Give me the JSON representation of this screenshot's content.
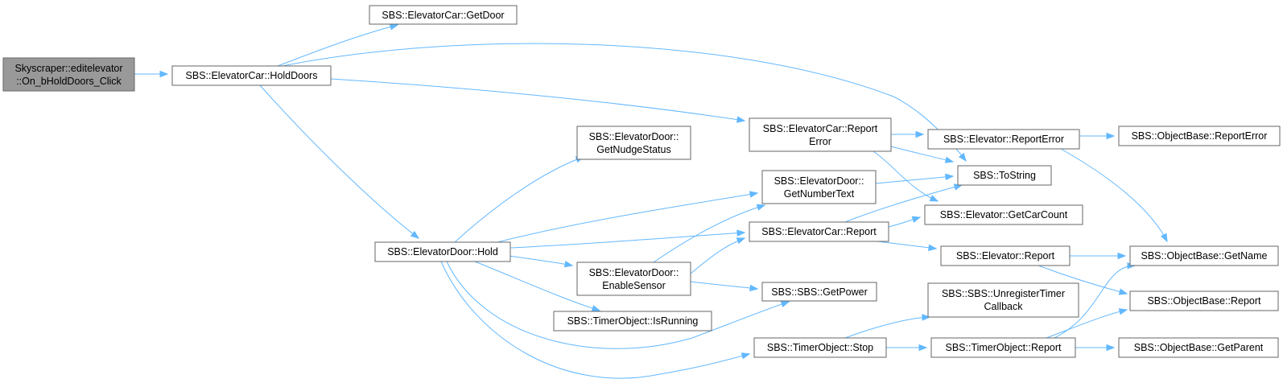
{
  "diagram": {
    "type": "call-graph",
    "colors": {
      "edge": "#63b8ff",
      "node_border": "#666666",
      "root_fill": "#999999",
      "node_fill": "#ffffff"
    },
    "nodes": [
      {
        "id": "root",
        "lines": [
          "Skyscraper::editelevator",
          "::On_bHoldDoors_Click"
        ],
        "root": true
      },
      {
        "id": "getdoor",
        "lines": [
          "SBS::ElevatorCar::GetDoor"
        ]
      },
      {
        "id": "holddoors",
        "lines": [
          "SBS::ElevatorCar::HoldDoors"
        ]
      },
      {
        "id": "reporterror_car",
        "lines": [
          "SBS::ElevatorCar::Report",
          "Error"
        ]
      },
      {
        "id": "getnudge",
        "lines": [
          "SBS::ElevatorDoor::",
          "GetNudgeStatus"
        ]
      },
      {
        "id": "getnumbertext",
        "lines": [
          "SBS::ElevatorDoor::",
          "GetNumberText"
        ]
      },
      {
        "id": "door_hold",
        "lines": [
          "SBS::ElevatorDoor::Hold"
        ]
      },
      {
        "id": "car_report",
        "lines": [
          "SBS::ElevatorCar::Report"
        ]
      },
      {
        "id": "enablesensor",
        "lines": [
          "SBS::ElevatorDoor::",
          "EnableSensor"
        ]
      },
      {
        "id": "getpower",
        "lines": [
          "SBS::SBS::GetPower"
        ]
      },
      {
        "id": "isrunning",
        "lines": [
          "SBS::TimerObject::IsRunning"
        ]
      },
      {
        "id": "timer_stop",
        "lines": [
          "SBS::TimerObject::Stop"
        ]
      },
      {
        "id": "elev_reporterror",
        "lines": [
          "SBS::Elevator::ReportError"
        ]
      },
      {
        "id": "tostring",
        "lines": [
          "SBS::ToString"
        ]
      },
      {
        "id": "getcarcount",
        "lines": [
          "SBS::Elevator::GetCarCount"
        ]
      },
      {
        "id": "elev_report",
        "lines": [
          "SBS::Elevator::Report"
        ]
      },
      {
        "id": "unregister",
        "lines": [
          "SBS::SBS::UnregisterTimer",
          "Callback"
        ]
      },
      {
        "id": "timer_report",
        "lines": [
          "SBS::TimerObject::Report"
        ]
      },
      {
        "id": "ob_reporterror",
        "lines": [
          "SBS::ObjectBase::ReportError"
        ]
      },
      {
        "id": "ob_getname",
        "lines": [
          "SBS::ObjectBase::GetName"
        ]
      },
      {
        "id": "ob_report",
        "lines": [
          "SBS::ObjectBase::Report"
        ]
      },
      {
        "id": "ob_getparent",
        "lines": [
          "SBS::ObjectBase::GetParent"
        ]
      }
    ],
    "edges": [
      [
        "root",
        "holddoors"
      ],
      [
        "holddoors",
        "getdoor"
      ],
      [
        "holddoors",
        "tostring"
      ],
      [
        "holddoors",
        "reporterror_car"
      ],
      [
        "holddoors",
        "door_hold"
      ],
      [
        "reporterror_car",
        "elev_reporterror"
      ],
      [
        "reporterror_car",
        "tostring"
      ],
      [
        "reporterror_car",
        "getcarcount"
      ],
      [
        "elev_reporterror",
        "ob_reporterror"
      ],
      [
        "elev_reporterror",
        "ob_getname"
      ],
      [
        "door_hold",
        "getnudge"
      ],
      [
        "door_hold",
        "getnumbertext"
      ],
      [
        "door_hold",
        "car_report"
      ],
      [
        "door_hold",
        "enablesensor"
      ],
      [
        "door_hold",
        "isrunning"
      ],
      [
        "door_hold",
        "getpower"
      ],
      [
        "door_hold",
        "timer_stop"
      ],
      [
        "getnumbertext",
        "tostring"
      ],
      [
        "car_report",
        "tostring"
      ],
      [
        "car_report",
        "getcarcount"
      ],
      [
        "car_report",
        "elev_report"
      ],
      [
        "enablesensor",
        "getnumbertext"
      ],
      [
        "enablesensor",
        "car_report"
      ],
      [
        "enablesensor",
        "getpower"
      ],
      [
        "elev_report",
        "ob_getname"
      ],
      [
        "elev_report",
        "ob_report"
      ],
      [
        "timer_stop",
        "unregister"
      ],
      [
        "timer_stop",
        "timer_report"
      ],
      [
        "timer_report",
        "ob_getname"
      ],
      [
        "timer_report",
        "ob_report"
      ],
      [
        "timer_report",
        "ob_getparent"
      ]
    ]
  }
}
